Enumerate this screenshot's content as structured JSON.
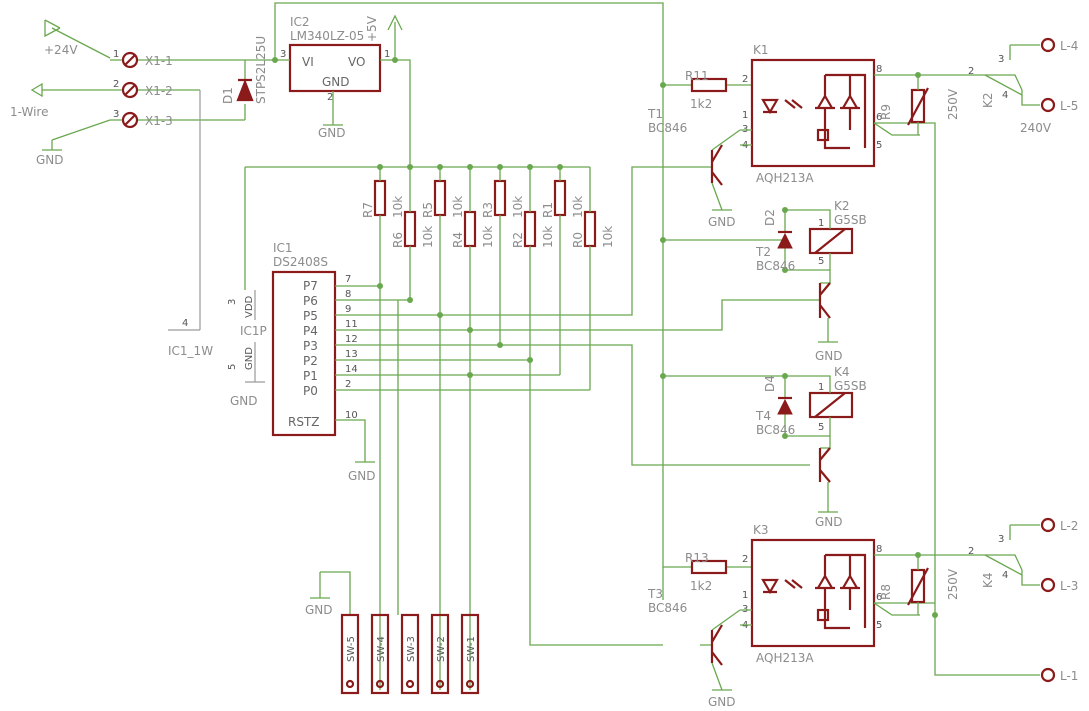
{
  "left_nets": {
    "v24": "+24V",
    "onewire": "1-Wire",
    "gnd": "GND"
  },
  "terminals": [
    "X1-1",
    "X1-2",
    "X1-3"
  ],
  "d1": {
    "name": "D1",
    "value": "STPS2L25U"
  },
  "ic2": {
    "name": "IC2",
    "value": "LM340LZ-05",
    "vi": "VI",
    "vo": "VO",
    "gnd": "GND",
    "net": "+5V"
  },
  "ic1": {
    "name": "IC1",
    "value": "DS2408S",
    "pins": [
      {
        "label": "P7",
        "num": "7"
      },
      {
        "label": "P6",
        "num": "8"
      },
      {
        "label": "P5",
        "num": "9"
      },
      {
        "label": "P4",
        "num": "11"
      },
      {
        "label": "P3",
        "num": "12"
      },
      {
        "label": "P2",
        "num": "13"
      },
      {
        "label": "P1",
        "num": "14"
      },
      {
        "label": "P0",
        "num": "2"
      }
    ],
    "rstz": "RSTZ",
    "rstz_num": "10",
    "vdd": "VDD",
    "vdd_num": "3",
    "gnd_lbl": "GND",
    "gnd_num": "5",
    "part2": "IC1P",
    "w1_num": "4",
    "w1_name": "IC1_1W"
  },
  "resistors": [
    {
      "name": "R7",
      "value": "10k"
    },
    {
      "name": "R6",
      "value": "10k"
    },
    {
      "name": "R5",
      "value": "10k"
    },
    {
      "name": "R4",
      "value": "10k"
    },
    {
      "name": "R3",
      "value": "10k"
    },
    {
      "name": "R2",
      "value": "10k"
    },
    {
      "name": "R1",
      "value": "10k"
    },
    {
      "name": "R0",
      "value": "10k"
    }
  ],
  "switches": [
    "SW-5",
    "SW-4",
    "SW-3",
    "SW-2",
    "SW-1"
  ],
  "gnd": "GND",
  "k1": {
    "name": "K1",
    "value": "AQH213A"
  },
  "k3": {
    "name": "K3",
    "value": "AQH213A"
  },
  "k2": {
    "name": "K2",
    "value": "G5SB"
  },
  "k4": {
    "name": "K4",
    "value": "G5SB"
  },
  "r11": {
    "name": "R11",
    "value": "1k2"
  },
  "r13": {
    "name": "R13",
    "value": "1k2"
  },
  "r9": "R9",
  "r8": "R8",
  "var_value": "250V",
  "t1": {
    "name": "T1",
    "value": "BC846"
  },
  "t2": {
    "name": "T2",
    "value": "BC846"
  },
  "t3": {
    "name": "T3",
    "value": "BC846"
  },
  "t4": {
    "name": "T4",
    "value": "BC846"
  },
  "d2": "D2",
  "d4": "D4",
  "k2sw": "K2",
  "k4sw": "K4",
  "outputs": [
    "L-4",
    "L-5",
    "L-2",
    "L-3",
    "L-1"
  ],
  "v240": "240V"
}
